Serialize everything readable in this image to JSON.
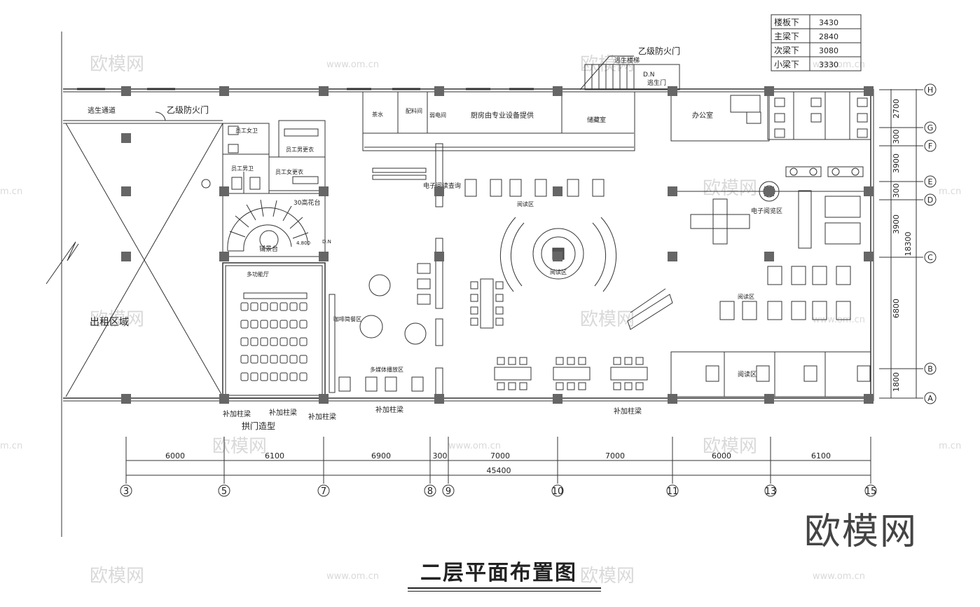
{
  "title": "二层平面布置图",
  "watermark": {
    "brand": "欧模网",
    "url": "www.om.cn",
    "url_short": "m.cn"
  },
  "height_table": [
    {
      "label": "楼板下",
      "value": "3430"
    },
    {
      "label": "主梁下",
      "value": "2840"
    },
    {
      "label": "次梁下",
      "value": "3080"
    },
    {
      "label": "小梁下",
      "value": "3330"
    }
  ],
  "grid_bottom": [
    "3",
    "5",
    "7",
    "8",
    "9",
    "10",
    "11",
    "13",
    "15"
  ],
  "grid_right": [
    "H",
    "G",
    "F",
    "E",
    "D",
    "C",
    "B",
    "A"
  ],
  "dims_bottom": [
    "6000",
    "6100",
    "6900",
    "300",
    "7000",
    "7000",
    "6000",
    "6100"
  ],
  "dim_total": "45400",
  "dims_right": [
    "2700",
    "300",
    "3900",
    "300",
    "3900",
    "6800",
    "1800"
  ],
  "dim_right_total": "18300",
  "rooms": {
    "fire_door_top": "乙级防火门",
    "escape_stair": "逃生楼梯",
    "escape_door": "逃生门",
    "stair_dn": "D.N",
    "escape_passage": "逃生通道",
    "fire_door_left": "乙级防火门",
    "rental": "出租区域",
    "staff_female_wc": "员工女卫",
    "staff_male_change": "员工男更衣",
    "staff_male_wc": "员工男卫",
    "staff_female_change": "员工女更衣",
    "flower_platform": "30高花台",
    "stair_level": "4.800",
    "stair_dn2": "D.N",
    "landing": "铺景台",
    "multi_hall": "多功能厅",
    "pantry": "茶水",
    "material": "配料间",
    "weak_current": "弱电间",
    "kitchen": "厨房由专业设备提供",
    "storage": "储藏室",
    "office": "办公室",
    "e_reading_query": "电子阅读查询",
    "reading_a": "阅读区",
    "reading_center": "阅读区",
    "e_reading_area": "电子阅览区",
    "reading_right": "阅读区",
    "reading_bottom": "阅读区",
    "coffee": "咖啡简餐区",
    "media": "多媒体播放区",
    "col1": "补加柱梁",
    "col2": "补加柱梁",
    "col3": "补加柱梁",
    "col4": "补加柱梁",
    "col5": "补加柱梁",
    "arch_gate": "拱门造型"
  }
}
